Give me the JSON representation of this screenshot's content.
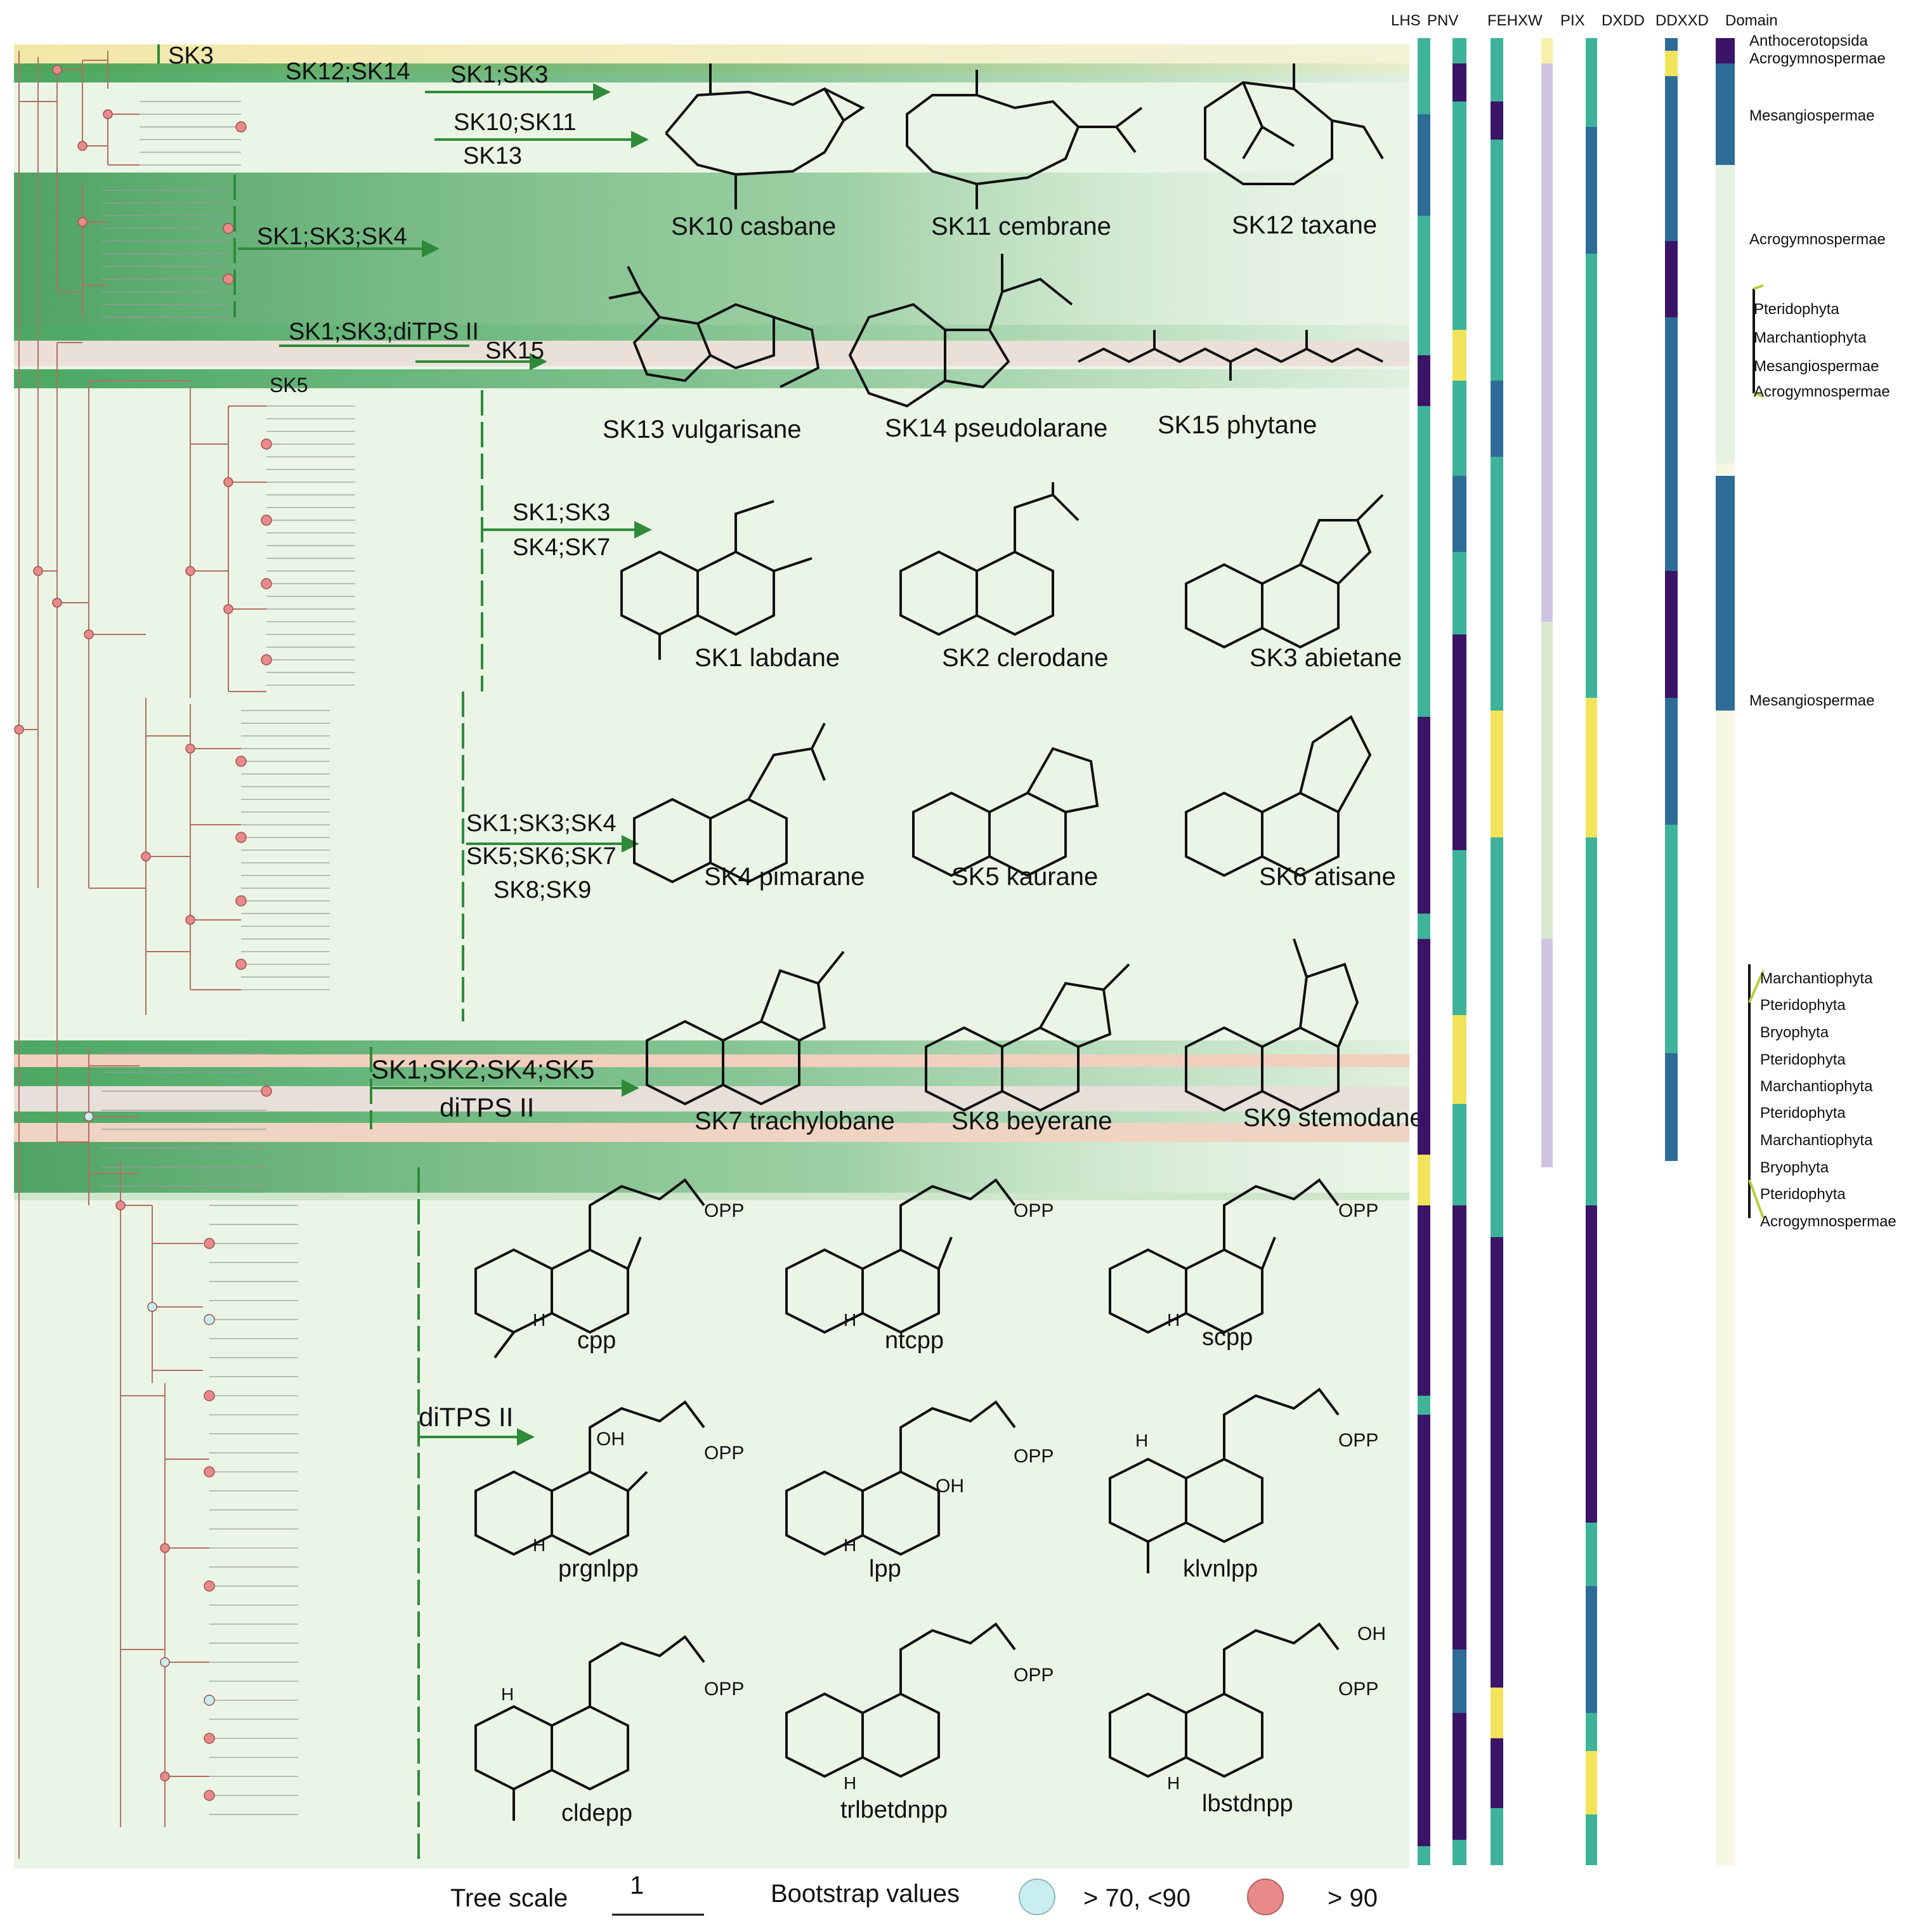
{
  "sk_labels": {
    "sk3": "SK3",
    "sk12_14": "SK12;SK14",
    "sk1_sk3": "SK1;SK3",
    "sk10_sk11": "SK10;SK11",
    "sk13": "SK13",
    "sk1_sk3_sk4": "SK1;SK3;SK4",
    "sk1_sk3_ditps": "SK1;SK3;diTPS II",
    "sk15": "SK15",
    "sk5": "SK5",
    "lab1a": "SK1;SK3",
    "lab1b": "SK4;SK7",
    "lab2a": "SK1;SK3;SK4",
    "lab2b": "SK5;SK6;SK7",
    "lab2c": "SK8;SK9",
    "lab3a": "SK1;SK2;SK4;SK5",
    "lab3b": "diTPS II",
    "lab4": "diTPS II"
  },
  "skeletons": {
    "sk10": "SK10 casbane",
    "sk11": "SK11 cembrane",
    "sk12": "SK12 taxane",
    "sk13": "SK13 vulgarisane",
    "sk14": "SK14 pseudolarane",
    "sk15": "SK15 phytane",
    "sk1": "SK1 labdane",
    "sk2": "SK2 clerodane",
    "sk3": "SK3 abietane",
    "sk4": "SK4 pimarane",
    "sk5": "SK5 kaurane",
    "sk6": "SK6 atisane",
    "sk7": "SK7 trachylobane",
    "sk8": "SK8 beyerane",
    "sk9": "SK9 stemodane"
  },
  "pp_compounds": {
    "cpp": "cpp",
    "ntcpp": "ntcpp",
    "scpp": "scpp",
    "prgnlpp": "prgnlpp",
    "lpp": "lpp",
    "klvnlpp": "klvnlpp",
    "cldepp": "cldepp",
    "trlbetdnpp": "trlbetdnpp",
    "lbstdnpp": "lbstdnpp",
    "opp": "OPP",
    "oh": "OH",
    "h": "H"
  },
  "column_headers": [
    "LHS",
    "PNV",
    "FEHXW",
    "PIX",
    "DXDD",
    "DDXXD",
    "Domain"
  ],
  "domains_top": [
    "Anthocerotopsida",
    "Acrogymnospermae",
    "Mesangiospermae",
    "Acrogymnospermae"
  ],
  "domains_group1": [
    "Pteridophyta",
    "Marchantiophyta",
    "Mesangiospermae",
    "Acrogymnospermae"
  ],
  "domain_mid": "Mesangiospermae",
  "domains_group2": [
    "Marchantiophyta",
    "Pteridophyta",
    "Bryophyta",
    "Pteridophyta",
    "Marchantiophyta",
    "Pteridophyta",
    "Marchantiophyta",
    "Bryophyta",
    "Pteridophyta",
    "Acrogymnospermae"
  ],
  "legend": {
    "tree_scale_label": "Tree scale",
    "tree_scale_value": "1",
    "bootstrap_label": "Bootstrap values",
    "mid_range": "> 70, <90",
    "high_range": "> 90"
  },
  "colors": {
    "highlight_green": "#2f9a4c",
    "highlight_pink": "#f2c6b4",
    "highlight_yellow": "#f3e7a6",
    "arrow_green": "#2f8a3a",
    "node_high": "#e8898a",
    "node_mid": "#c8eef0",
    "col_purple": "#3a1466",
    "col_teal": "#3fb39a",
    "col_blue": "#2e6c98",
    "col_yellow": "#f2e35a"
  }
}
